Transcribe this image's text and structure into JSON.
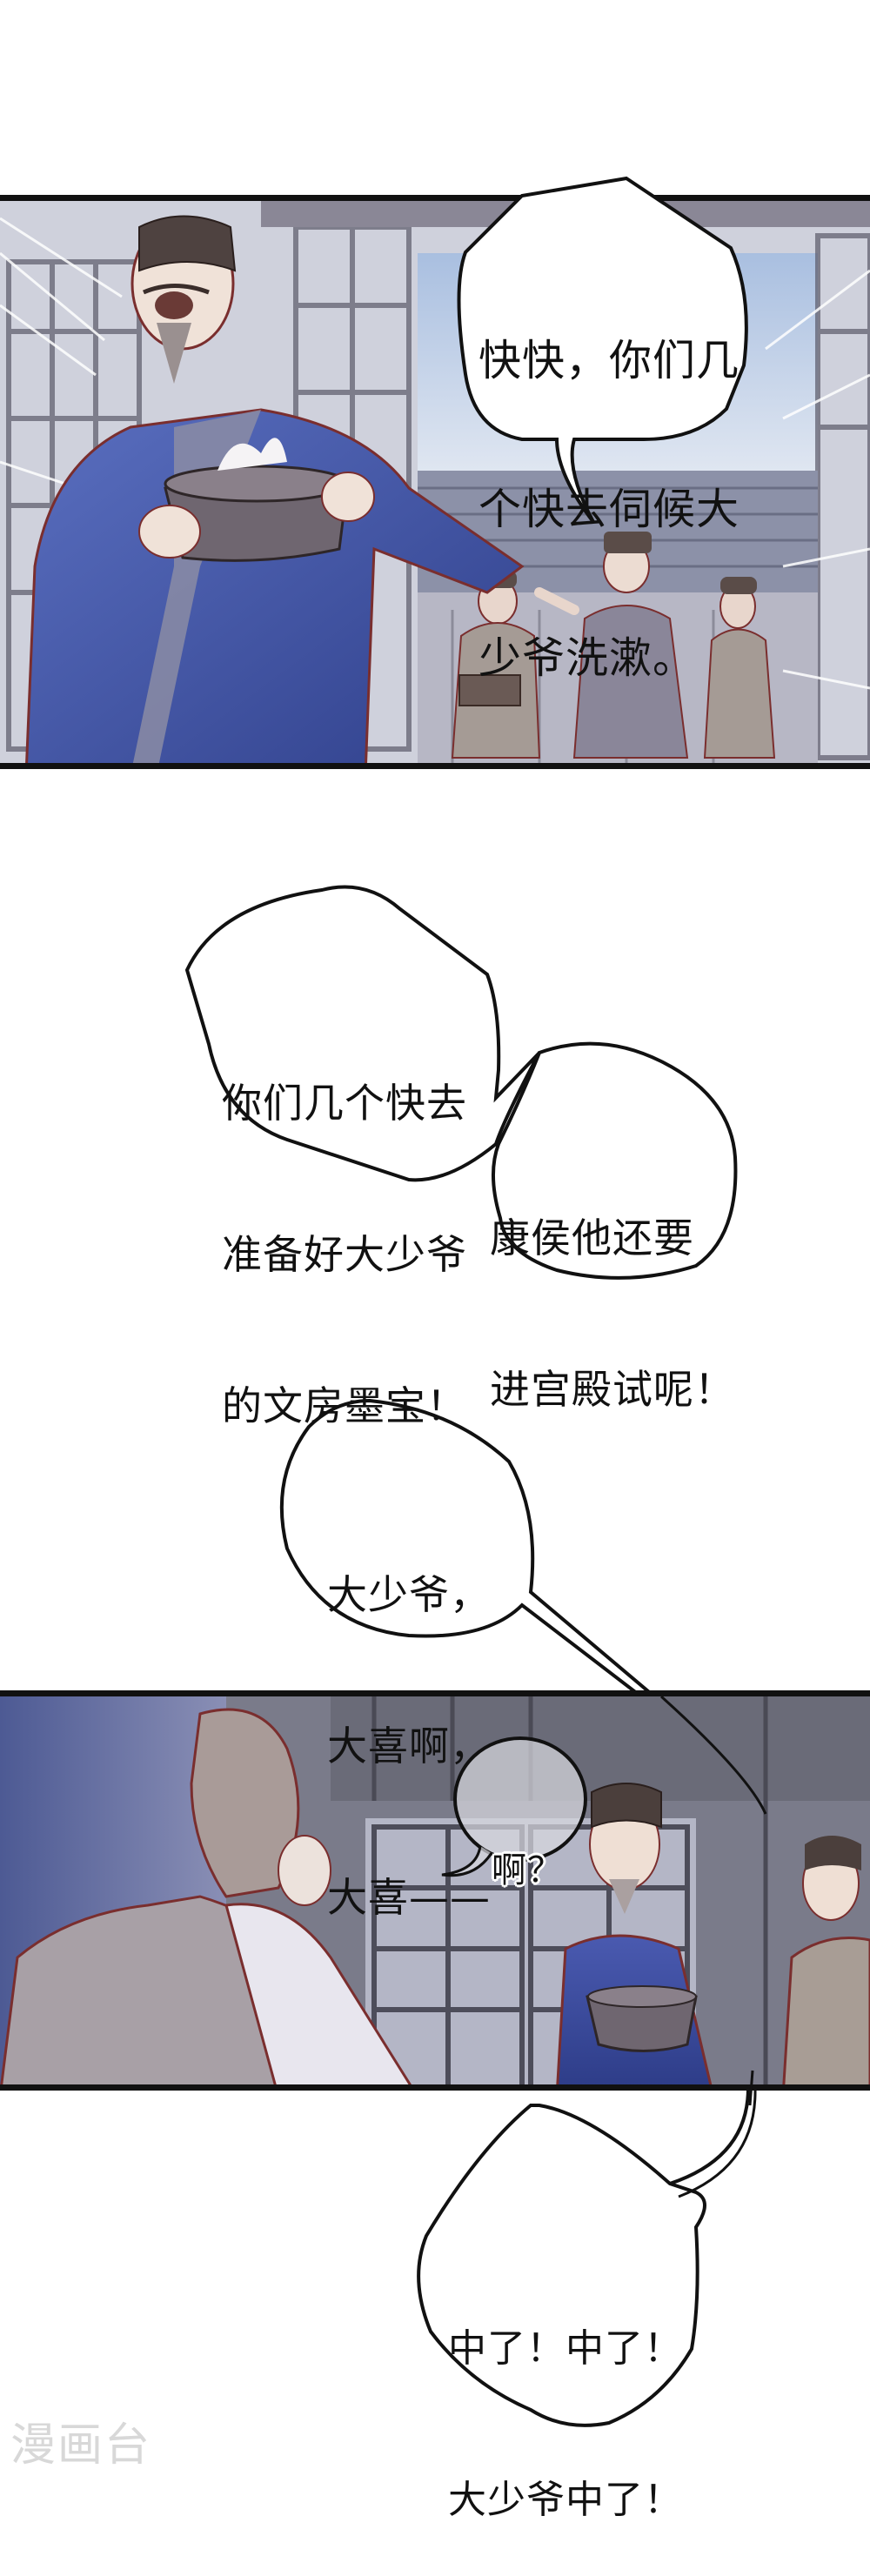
{
  "comic": {
    "panels": [
      {
        "id": "panel-1",
        "description": "Old servant in blue robe laughing while holding a basin; steward pointing with two servants in palace courtyard",
        "bubbles": [
          {
            "lines": [
              "快快，你们几",
              "个快去伺候大",
              "少爷洗漱。"
            ]
          }
        ]
      },
      {
        "id": "panel-2",
        "description": "Young master seen from behind in white robe; servant in blue robe with basin and another servant smiling",
        "bubbles": [
          {
            "lines": [
              "啊？"
            ]
          }
        ]
      }
    ],
    "free_bubbles": [
      {
        "id": "bubble-prepare",
        "lines": [
          "你们几个快去",
          "准备好大少爷",
          "的文房墨宝！"
        ]
      },
      {
        "id": "bubble-exam",
        "lines": [
          "康侯他还要",
          "进宫殿试呢！"
        ]
      },
      {
        "id": "bubble-joy",
        "lines": [
          "大少爷，",
          "大喜啊，",
          "大喜——"
        ]
      },
      {
        "id": "bubble-passed",
        "lines": [
          "中了！中了！",
          "大少爷中了！"
        ]
      }
    ],
    "watermark": "漫画台"
  },
  "colors": {
    "panel_border": "#111111",
    "robe_blue": "#3d4f9e",
    "sky_blue": "#b9cbe4",
    "roof_gray": "#8b8fa3",
    "interior_gray": "#6f7080",
    "servant_robe": "#a79c95",
    "watermark": "#d8d8d8"
  }
}
